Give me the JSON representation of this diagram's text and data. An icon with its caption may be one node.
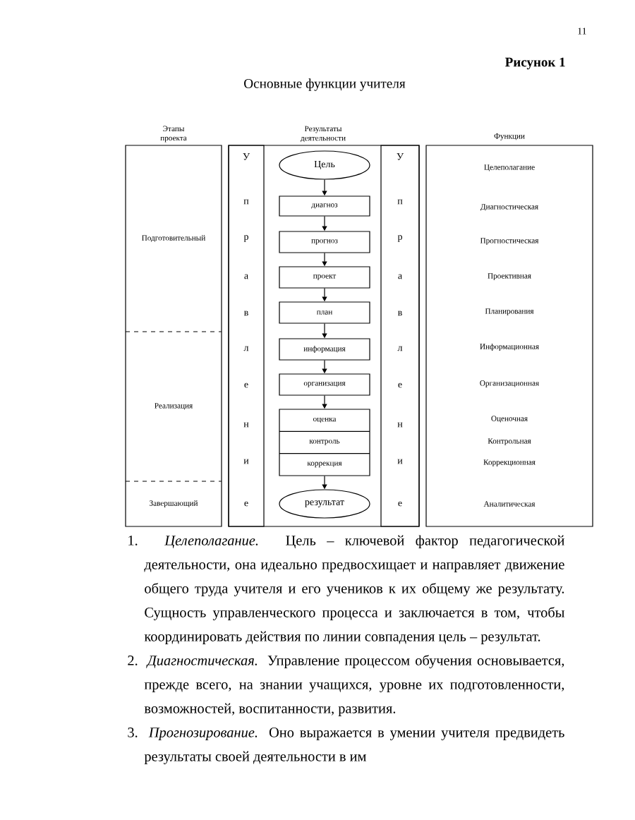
{
  "diagram": {
    "title": "Основные функции учителя",
    "nodes": [
      {
        "text": [
          "Этапы проекта"
        ]
      },
      {
        "text": [
          "Подготовительный"
        ],
        "in": 0
      },
      {
        "text": [
          "Реализация"
        ],
        "in": 0
      },
      {
        "text": [
          "Завершающий"
        ],
        "in": 0
      },
      {
        "text": [
          "Результаты деятельности"
        ]
      },
      {
        "text": [
          "У",
          "п",
          "р",
          "а",
          "в",
          "л",
          "е",
          "н",
          "и",
          "е"
        ],
        "in": 4
      },
      {
        "text": [
          "Цель"
        ],
        "in": 4
      },
      {
        "text": [
          "диагноз"
        ],
        "in": 4
      },
      {
        "text": [
          "прогноз"
        ],
        "in": 4
      },
      {
        "text": [
          "проект"
        ],
        "in": 4
      },
      {
        "text": [
          "план"
        ],
        "in": 4
      },
      {
        "text": [
          "информация"
        ],
        "in": 4
      },
      {
        "text": [
          "организация"
        ],
        "in": 4
      },
      {
        "text": [
          "оценка",
          "контроль",
          "коррекция"
        ],
        "in": 4
      },
      {
        "text": [
          "результат"
        ],
        "in": 4
      },
      {
        "text": [
          "У",
          "п",
          "р",
          "а",
          "в",
          "л",
          "е",
          "н",
          "и",
          "е"
        ],
        "in": 4
      },
      {
        "text": [
          "Функции",
          "Целеполагание",
          "Диагностическая",
          "Прогностическая",
          "Проективная",
          "Планирования",
          "Информационная",
          "Организационная",
          "Оценочная",
          "Контрольная",
          "Коррекционная",
          "Аналитическая"
        ]
      }
    ],
    "edges": [
      {
        "from": 6,
        "to": 7,
        "arrow": "to"
      },
      {
        "from": 7,
        "to": 8,
        "arrow": "to"
      },
      {
        "from": 8,
        "to": 9,
        "arrow": "to"
      },
      {
        "from": 9,
        "to": 10,
        "arrow": "to"
      },
      {
        "from": 10,
        "to": 11,
        "arrow": "to"
      },
      {
        "from": 11,
        "to": 12,
        "arrow": "to"
      },
      {
        "from": 12,
        "to": 13,
        "arrow": "to"
      },
      {
        "from": 13,
        "to": 14,
        "arrow": "to"
      }
    ],
    "labels": [
      "11",
      "Рисунок 1",
      "1. *Целеполагание.* Цель – ключевой фактор педагогической деятельности, она идеально предвосхищает и направляет движение общего труда учителя и его учеников к их общему же результату. Сущность управленческого процесса и заключается в том, чтобы координировать действия по линии совпадения цель – результат.",
      "2. *Диагностическая.* Управление процессом обучения основывается, прежде всего, на знании учащихся, уровне их подготовленности, возможностей, воспитанности, развития.",
      "3. *Прогнозирование.* Оно выражается в умении учителя предвидеть результаты своей деятельности в им"
    ]
  }
}
